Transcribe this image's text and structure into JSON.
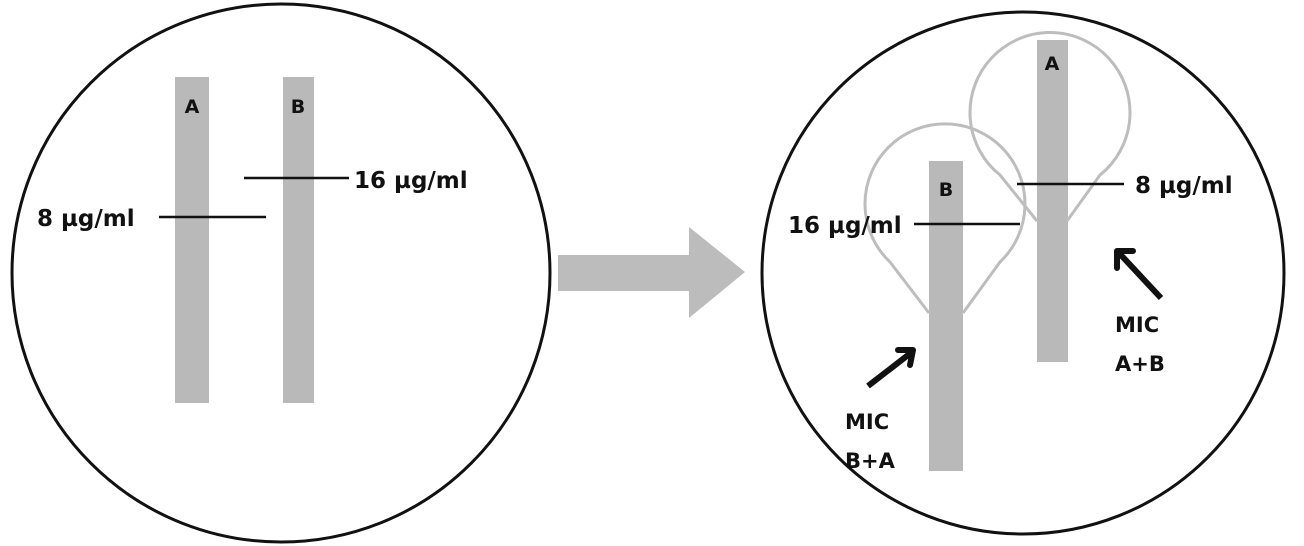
{
  "colors": {
    "strip": "#b9b9b9",
    "outline": "#111111",
    "zone": "#bdbdbd",
    "arrow": "#bcbcbc"
  },
  "left_plate": {
    "strip_a_label": "A",
    "strip_b_label": "B",
    "mic_a_label": "8 µg/ml",
    "mic_b_label": "16 µg/ml"
  },
  "transition_arrow": "right-arrow",
  "right_plate": {
    "strip_a_label": "A",
    "strip_b_label": "B",
    "mic_a_label": "8 µg/ml",
    "mic_b_label": "16 µg/ml",
    "annotation_a": {
      "line1": "MIC",
      "line2": "A+B"
    },
    "annotation_b": {
      "line1": "MIC",
      "line2": "B+A"
    }
  }
}
